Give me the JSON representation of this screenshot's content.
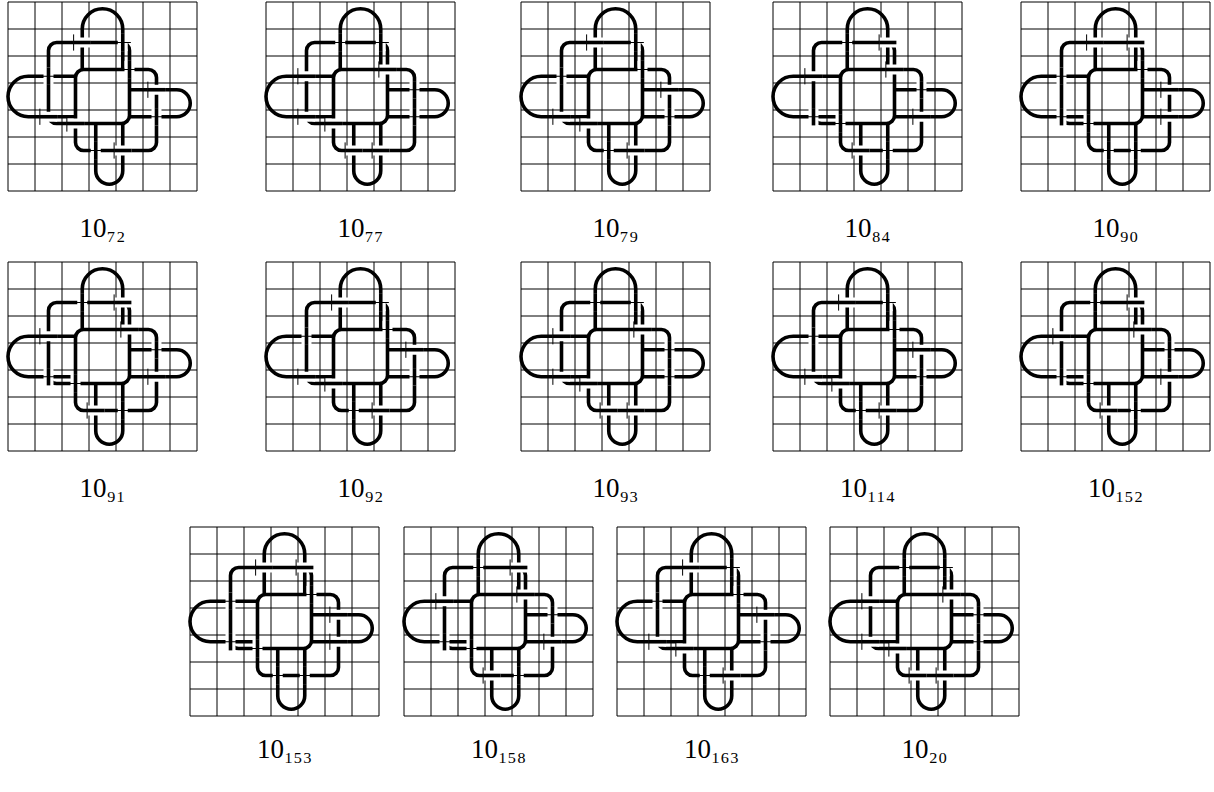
{
  "diagram": {
    "labels": [
      "10₇₂",
      "10₇₇",
      "10₇₉",
      "10₈₄",
      "10₉₀",
      "10₉₁",
      "10₉₂",
      "10₉₃",
      "10₁₁₄",
      "10₁₅₂",
      "10₁₅₃",
      "10₁₅₈",
      "10₁₆₃",
      "10₂₀"
    ]
  }
}
